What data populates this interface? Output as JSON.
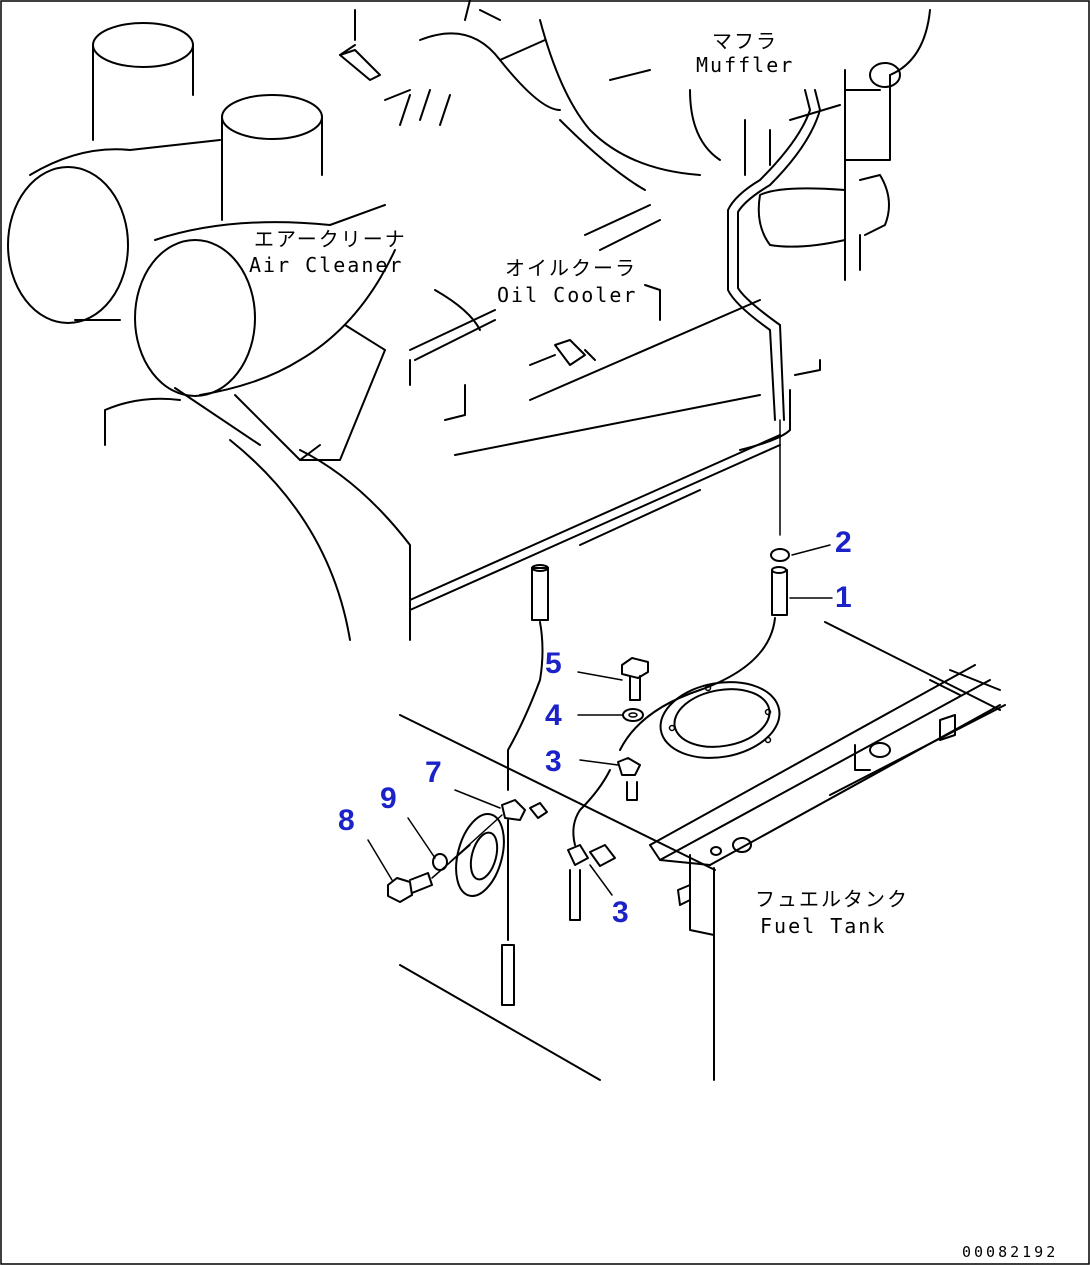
{
  "labels": {
    "muffler_jp": "マフラ",
    "muffler_en": "Muffler",
    "air_cleaner_jp": "エアークリーナ",
    "air_cleaner_en": "Air Cleaner",
    "oil_cooler_jp": "オイルクーラ",
    "oil_cooler_en": "Oil Cooler",
    "fuel_tank_jp": "フュエルタンク",
    "fuel_tank_en": "Fuel Tank"
  },
  "callouts": {
    "c1": "1",
    "c2": "2",
    "c3a": "3",
    "c3b": "3",
    "c4": "4",
    "c5": "5",
    "c7": "7",
    "c8": "8",
    "c9": "9"
  },
  "drawing_code": "00082192",
  "colors": {
    "line": "#000000",
    "callout": "#1a22c8",
    "background": "#ffffff"
  }
}
